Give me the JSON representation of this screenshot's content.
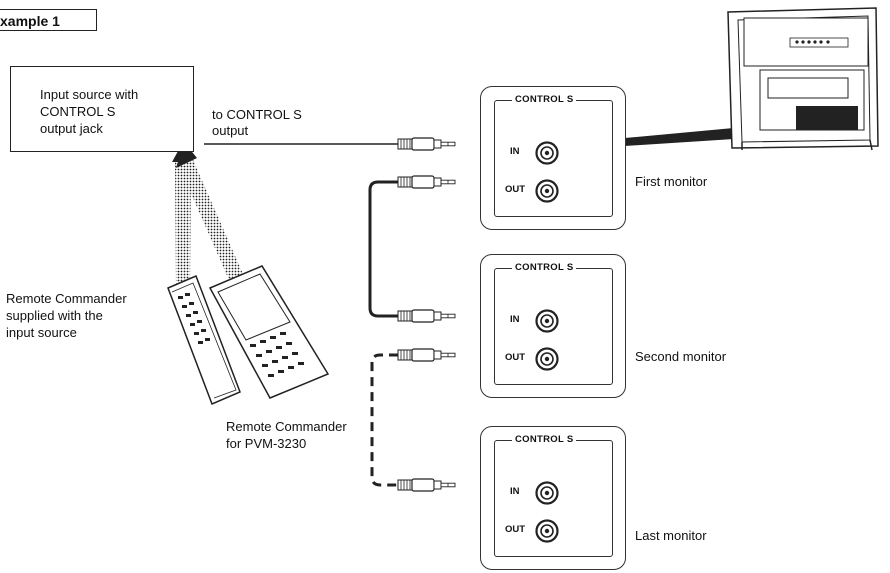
{
  "example_label": "xample 1",
  "source_box": {
    "line1": "Input source with",
    "line2": "CONTROL S",
    "line3": "output jack"
  },
  "to_output": {
    "line1": "to CONTROL S",
    "line2": "output"
  },
  "panels": [
    {
      "title": "CONTROL S",
      "in_label": "IN",
      "out_label": "OUT",
      "monitor_label": "First monitor"
    },
    {
      "title": "CONTROL S",
      "in_label": "IN",
      "out_label": "OUT",
      "monitor_label": "Second monitor"
    },
    {
      "title": "CONTROL S",
      "in_label": "IN",
      "out_label": "OUT",
      "monitor_label": "Last monitor"
    }
  ],
  "remote_input": {
    "line1": "Remote Commander",
    "line2": "supplied with the",
    "line3": "input source"
  },
  "remote_pvm": {
    "line1": "Remote Commander",
    "line2": "for PVM-3230"
  },
  "icons": [
    "monitor-rear-icon",
    "remote-commander-icon",
    "plug-icon",
    "jack-icon"
  ]
}
